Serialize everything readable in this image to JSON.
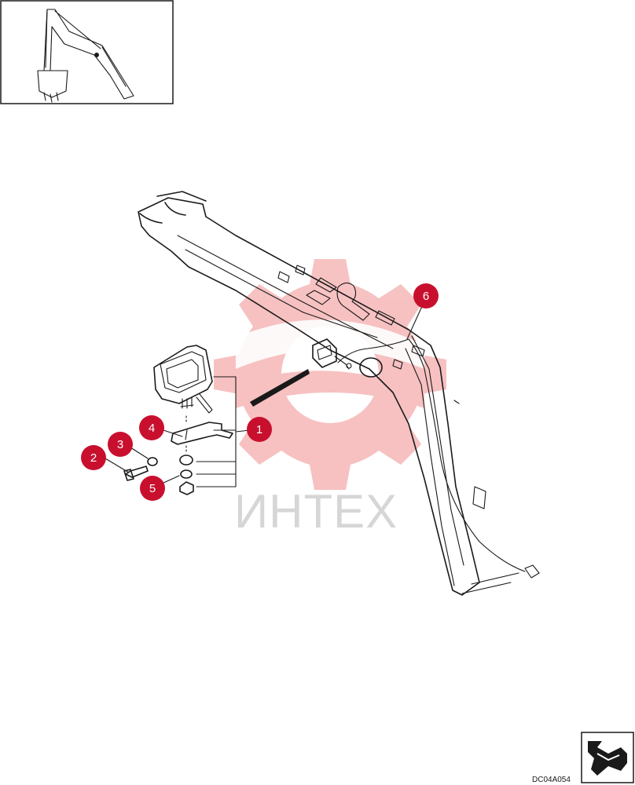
{
  "watermark": {
    "text": "ИНТЕХ"
  },
  "drawing_code": "DC04A054",
  "callouts": [
    {
      "id": "1",
      "label": "1"
    },
    {
      "id": "2",
      "label": "2"
    },
    {
      "id": "3",
      "label": "3"
    },
    {
      "id": "4",
      "label": "4"
    },
    {
      "id": "5",
      "label": "5"
    },
    {
      "id": "6",
      "label": "6"
    }
  ],
  "icons": {
    "overview": "excavator-overview-icon",
    "navigation": "next-page-arrow-icon"
  },
  "colors": {
    "callout": "#c8102e",
    "watermark": "#f6b7b7",
    "line": "#1a1a1a"
  }
}
